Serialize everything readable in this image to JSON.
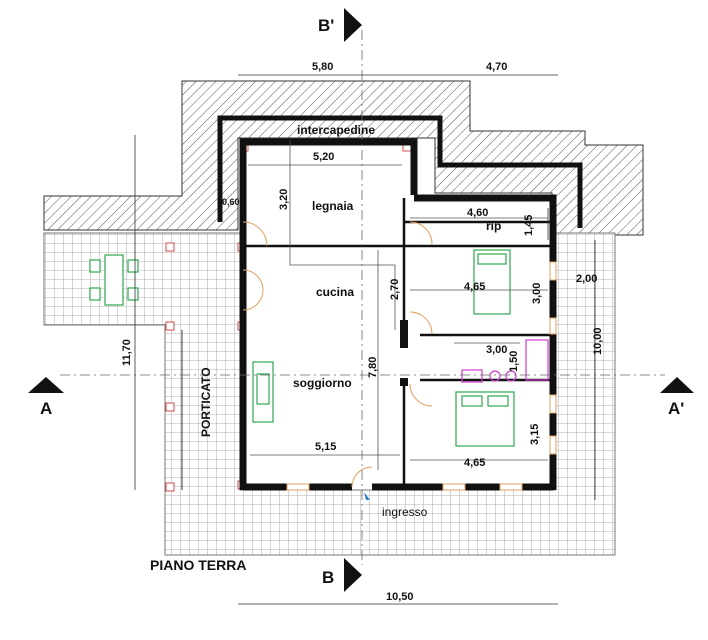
{
  "title": "PIANO TERRA",
  "sections": {
    "top_right": "B'",
    "bottom_right": "B",
    "left": "A",
    "right": "A'"
  },
  "rooms": {
    "intercapedine": "intercapedine",
    "legnaia": "legnaia",
    "rip": "rip",
    "cucina": "cucina",
    "soggiorno": "soggiorno",
    "porticato": "PORTICATO",
    "ingresso": "ingresso"
  },
  "dimensions": {
    "top_left": "5,80",
    "top_right": "4,70",
    "legnaia_width": "5,20",
    "legnaia_height": "3,20",
    "wall_left": "0,60",
    "rip_width": "4,60",
    "rip_height": "1,45",
    "right_outer_height": "2,00",
    "room1_width": "4,65",
    "room1_height": "3,00",
    "cucina_height": "2,70",
    "bath_width": "3,00",
    "bath_height": "1,50",
    "overall_right_height": "10,00",
    "overall_left_height": "11,70",
    "soggiorno_height": "7,80",
    "soggiorno_width": "5,15",
    "room2_width": "4,65",
    "room2_height": "3,15",
    "bottom_overall": "10,50"
  },
  "colors": {
    "wall": "#111111",
    "hatch": "#555555",
    "tile": "#9a9a9a",
    "furniture_green": "#2fa84f",
    "bath_magenta": "#d23ad2",
    "pillar_red": "#d44a4a",
    "door_orange": "#e0a060"
  }
}
